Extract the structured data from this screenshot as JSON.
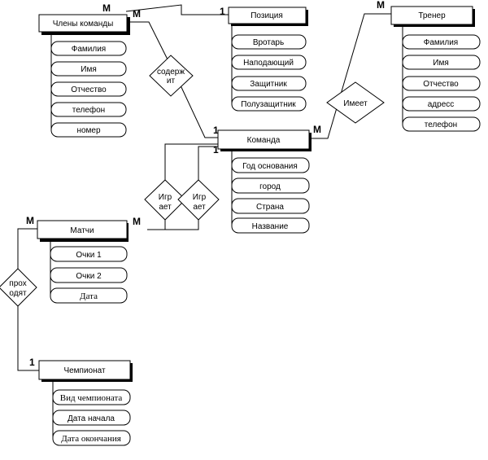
{
  "entities": {
    "members": {
      "title": "Члены команды",
      "attributes": [
        "Фамилия",
        "Имя",
        "Отчество",
        "телефон",
        "номер"
      ]
    },
    "position": {
      "title": "Позиция",
      "attributes": [
        "Вротарь",
        "Наподающий",
        "Защитник",
        "Полузащитник"
      ]
    },
    "coach": {
      "title": "Тренер",
      "attributes": [
        "Фамилия",
        "Имя",
        "Отчество",
        "адресс",
        "телефон"
      ]
    },
    "team": {
      "title": "Команда",
      "attributes": [
        "Год основания",
        "город",
        "Страна",
        "Название"
      ]
    },
    "matches": {
      "title": "Матчи",
      "attributes": [
        "Очки 1",
        "Очки 2",
        "Дата"
      ]
    },
    "championship": {
      "title": "Чемпионат",
      "attributes": [
        "Вид чемпионата",
        "Дата начала",
        "Дата окончания"
      ]
    }
  },
  "relationships": {
    "contains": {
      "line1": "содерж",
      "line2": "ит"
    },
    "has": {
      "label": "Имеет"
    },
    "plays1": {
      "line1": "Игр",
      "line2": "ает"
    },
    "plays2": {
      "line1": "Игр",
      "line2": "ает"
    },
    "held_in": {
      "line1": "прох",
      "line2": "одят"
    }
  },
  "cardinalities": {
    "members_to_position": "М",
    "position_side": "1",
    "members_to_contains": "М",
    "coach_side": "М",
    "team_has_side": "М",
    "team_contains_side": "1",
    "team_plays_side": "1",
    "matches_left": "М",
    "matches_right": "М",
    "championship_side": "1"
  }
}
